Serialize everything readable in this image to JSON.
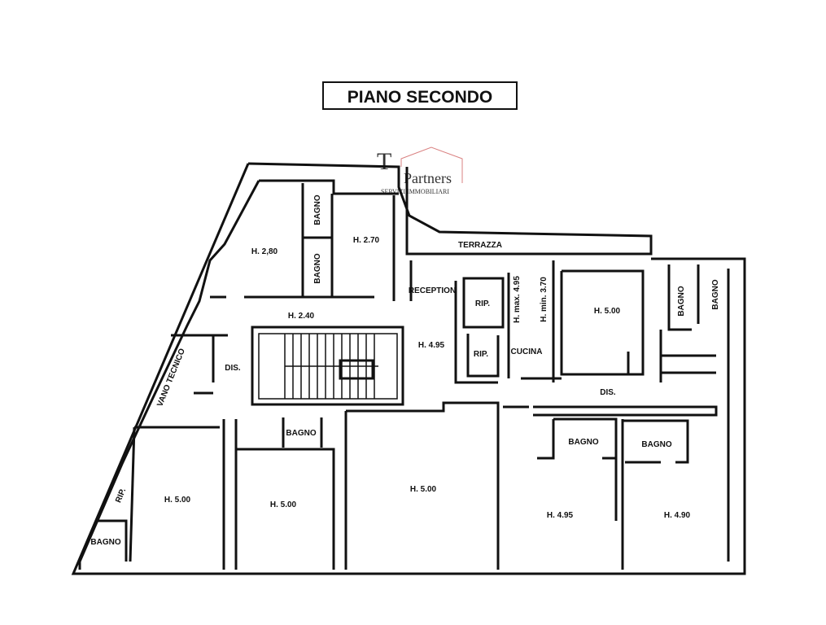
{
  "title": "PIANO SECONDO",
  "logo": {
    "letter": "T",
    "name": "Partners",
    "subtitle": "SERVIZI IMMOBILIARI",
    "accent": "#c0392b"
  },
  "rooms": {
    "bagno_1": "BAGNO",
    "bagno_2": "BAGNO",
    "h280": "H. 2,80",
    "h270": "H. 2.70",
    "terrazza": "TERRAZZA",
    "reception": "RECEPTION",
    "rip_1": "RIP.",
    "rip_2": "RIP.",
    "hmax": "H. max. 4.95",
    "hmin": "H. min. 3.70",
    "cucina": "CUCINA",
    "h500_top": "H. 5.00",
    "bagno_3": "BAGNO",
    "bagno_4": "BAGNO",
    "h240": "H. 2.40",
    "h495": "H. 4.95",
    "dis_1": "DIS.",
    "vano_tecnico": "VANO TECNICO",
    "dis_2": "DIS.",
    "bagno_5": "BAGNO",
    "bagno_6": "BAGNO",
    "bagno_7": "BAGNO",
    "rip_3": "RIP.",
    "h500_a": "H. 5.00",
    "h500_b": "H. 5.00",
    "h500_c": "H. 5.00",
    "h495_b": "H. 4.95",
    "h490": "H. 4.90",
    "bagno_8": "BAGNO"
  }
}
